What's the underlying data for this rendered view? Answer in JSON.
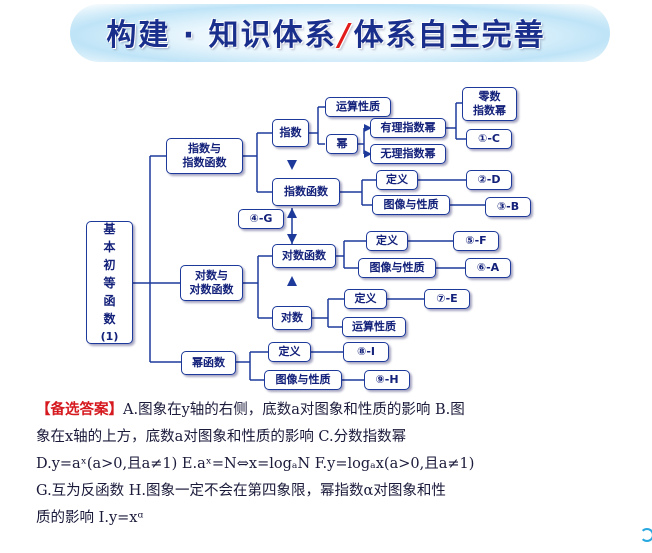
{
  "banner": {
    "part1": "构建 · 知识体系",
    "slash": "/",
    "part2": "体系自主完善"
  },
  "diagram": {
    "root": {
      "c1": "基",
      "c2": "本",
      "c3": "初",
      "c4": "等",
      "c5": "函",
      "c6": "数",
      "c7": "(1)"
    },
    "exp_log_fn": {
      "l1": "指数与",
      "l2": "指数函数"
    },
    "exp": "指数",
    "op_props_1": "运算性质",
    "power_root": "幂",
    "rational_exp": "有理指数幂",
    "irrational_exp": "无理指数幂",
    "zero_neg_exp": {
      "l1": "零数",
      "l2": "指数幂"
    },
    "blank_c": "①-C",
    "exp_function": "指数函数",
    "def_1": "定义",
    "graph_props_1": "图像与性质",
    "blank_d": "②-D",
    "blank_b": "③-B",
    "blank_g": "④-G",
    "log_fn_group": {
      "l1": "对数与",
      "l2": "对数函数"
    },
    "log_function": "对数函数",
    "def_2": "定义",
    "graph_props_2": "图像与性质",
    "blank_f": "⑤-F",
    "blank_a": "⑥-A",
    "log": "对数",
    "def_3": "定义",
    "op_props_2": "运算性质",
    "blank_e": "⑦-E",
    "power_function": "幂函数",
    "def_4": "定义",
    "graph_props_3": "图像与性质",
    "blank_i": "⑧-I",
    "blank_h": "⑨-H"
  },
  "answers": {
    "header": "【备选答案】",
    "line1": "A.图象在y轴的右侧，底数a对图象和性质的影响   B.图",
    "line2": "象在x轴的上方，底数a对图象和性质的影响    C.分数指数幂",
    "line3": "D.y=aˣ(a>0,且a≠1)    E.aˣ=N⇔x=logₐN    F.y=logₐx(a>0,且a≠1)",
    "line4": "G.互为反函数    H.图象一定不会在第四象限，幂指数α对图象和性",
    "line5": "质的影响    I.y=xᵅ"
  },
  "colors": {
    "box_border": "#1d3a9a",
    "box_text": "#13217a",
    "title": "#1a2f8c",
    "slash": "#e21b1b",
    "answer_header": "#d5191f"
  }
}
